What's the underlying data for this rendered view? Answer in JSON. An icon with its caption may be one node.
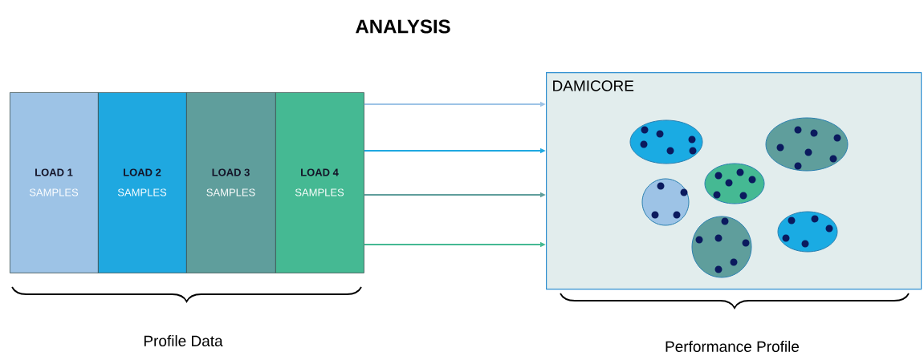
{
  "diagram": {
    "title": "ANALYSIS",
    "nodes": [
      {
        "text": [
          "LOAD 1",
          "SAMPLES"
        ]
      },
      {
        "text": [
          "LOAD 2",
          "SAMPLES"
        ]
      },
      {
        "text": [
          "LOAD 3",
          "SAMPLES"
        ]
      },
      {
        "text": [
          "LOAD 4",
          "SAMPLES"
        ]
      },
      {
        "text": [
          "DAMICORE"
        ]
      }
    ],
    "edges": [
      {
        "from": 3,
        "to": 4,
        "arrow": "to",
        "color": "#9dc3e6"
      },
      {
        "from": 3,
        "to": 4,
        "arrow": "to",
        "color": "#1fa8e0"
      },
      {
        "from": 3,
        "to": 4,
        "arrow": "to",
        "color": "#5f9e9c"
      },
      {
        "from": 3,
        "to": 4,
        "arrow": "to",
        "color": "#45b993"
      }
    ],
    "labels": [
      "Profile Data",
      "Performance Profile"
    ]
  }
}
